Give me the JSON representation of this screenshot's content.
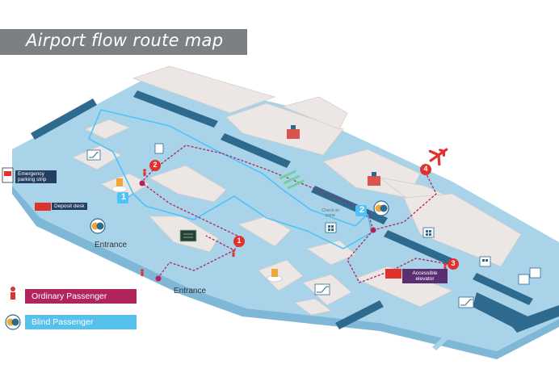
{
  "title": "Airport flow route map",
  "labels": {
    "emergency_parking": "Emergency parking strip",
    "deposit_desk": "Deposit desk",
    "entrance_left": "Entrance",
    "entrance_bottom": "Entrance",
    "check_in_zone": "Check-in zone",
    "accessible_elevator": "Accessible elevator"
  },
  "markers": {
    "ordinary": [
      "1",
      "2",
      "3",
      "4"
    ],
    "blind": [
      "1",
      "2"
    ]
  },
  "legend": {
    "ordinary": "Ordinary Passenger",
    "blind": "Blind Passenger"
  },
  "colors": {
    "ordinary_route": "#b2245c",
    "blind_route": "#4fc3f7",
    "floor": "#a9d3e9",
    "gate": "#2e6a8e",
    "building": "#ece7e4",
    "legend_ordinary": "#b2245c",
    "legend_blind": "#56c1ec"
  },
  "icons": [
    "airplane-icon",
    "person-icon",
    "blind-icon",
    "elevator-icon",
    "escalator-icon",
    "screen-icon",
    "luggage-icon"
  ]
}
